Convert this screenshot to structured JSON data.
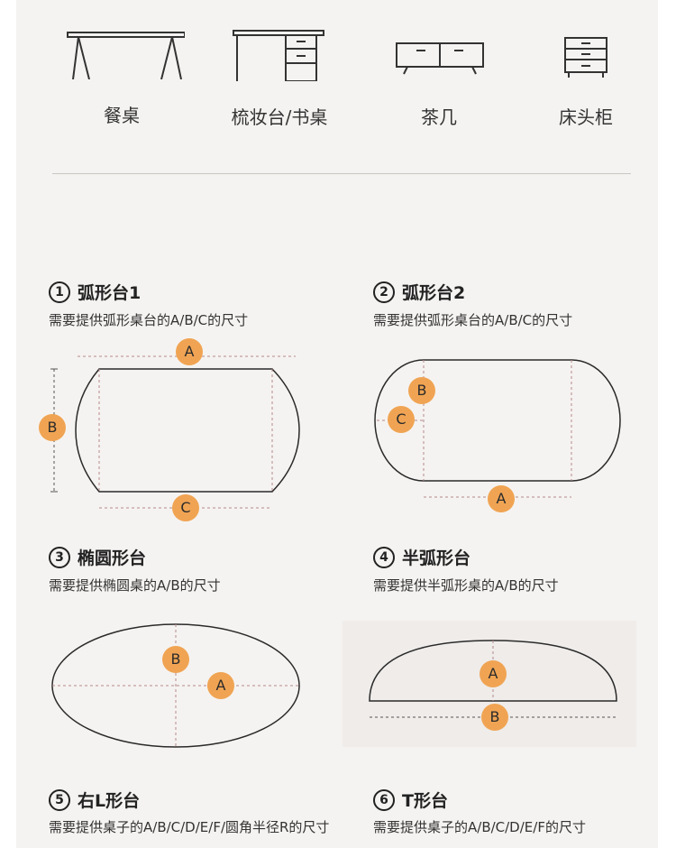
{
  "furniture": [
    {
      "label": "餐桌",
      "icon": "dining-table-icon"
    },
    {
      "label": "梳妆台/书桌",
      "icon": "desk-icon"
    },
    {
      "label": "茶几",
      "icon": "tv-stand-icon"
    },
    {
      "label": "床头柜",
      "icon": "nightstand-icon"
    }
  ],
  "sections": [
    {
      "num": "1",
      "title": "弧形台1",
      "subtitle": "需要提供弧形桌台的A/B/C的尺寸"
    },
    {
      "num": "2",
      "title": "弧形台2",
      "subtitle": "需要提供弧形桌台的A/B/C的尺寸"
    },
    {
      "num": "3",
      "title": "椭圆形台",
      "subtitle": "需要提供椭圆桌的A/B的尺寸"
    },
    {
      "num": "4",
      "title": "半弧形台",
      "subtitle": "需要提供半弧形桌的A/B的尺寸"
    },
    {
      "num": "5",
      "title": "右L形台",
      "subtitle": "需要提供桌子的A/B/C/D/E/F/圆角半径R的尺寸"
    },
    {
      "num": "6",
      "title": "T形台",
      "subtitle": "需要提供桌子的A/B/C/D/E/F的尺寸"
    }
  ],
  "badges": {
    "a": "A",
    "b": "B",
    "c": "C"
  },
  "colors": {
    "badge": "#f0a453",
    "panel": "#f5f3f1",
    "line": "#2a2a2a",
    "dash": "#c88a8a"
  }
}
